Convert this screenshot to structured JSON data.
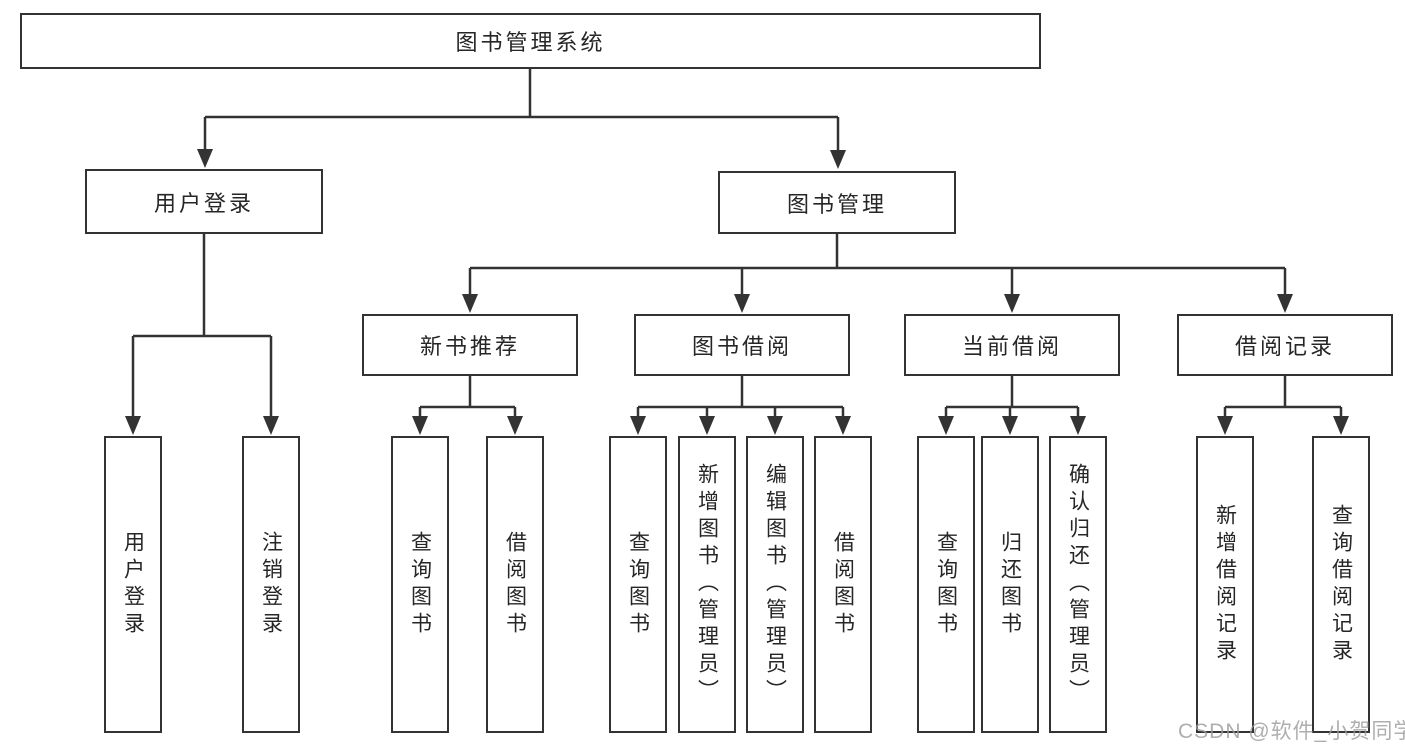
{
  "diagram": {
    "colors": {
      "line": "#333333",
      "box_fill": "#ffffff",
      "text": "#262626",
      "watermark": "#9b9b9b"
    },
    "root": {
      "label": "图书管理系统"
    },
    "level2": [
      {
        "label": "用户登录"
      },
      {
        "label": "图书管理"
      }
    ],
    "level3": [
      {
        "label": "新书推荐"
      },
      {
        "label": "图书借阅"
      },
      {
        "label": "当前借阅"
      },
      {
        "label": "借阅记录"
      }
    ],
    "leaves": {
      "user_login": [
        {
          "label": "用户登录"
        },
        {
          "label": "注销登录"
        }
      ],
      "new_book": [
        {
          "label": "查询图书"
        },
        {
          "label": "借阅图书"
        }
      ],
      "book_borrow": [
        {
          "label": "查询图书"
        },
        {
          "label": "新增图书（管理员）"
        },
        {
          "label": "编辑图书（管理员）"
        },
        {
          "label": "借阅图书"
        }
      ],
      "current_borrow": [
        {
          "label": "查询图书"
        },
        {
          "label": "归还图书"
        },
        {
          "label": "确认归还（管理员）"
        }
      ],
      "borrow_record": [
        {
          "label": "新增借阅记录"
        },
        {
          "label": "查询借阅记录"
        }
      ]
    },
    "watermark": "CSDN @软件_小贺同学"
  }
}
